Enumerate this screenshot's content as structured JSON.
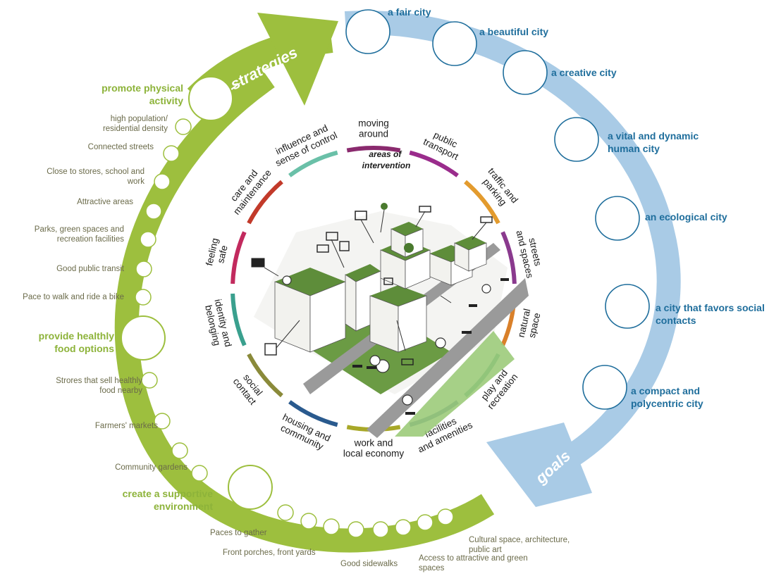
{
  "arrow_labels": {
    "strategies": "strategies",
    "goals": "goals"
  },
  "center_title": [
    "areas of",
    "intervention"
  ],
  "colors": {
    "goals_ring": "#a9cbe6",
    "goals_text": "#1f6e9c",
    "strategies_ring": "#9dbf3e",
    "strategies_text": "#8db33a",
    "sub_text": "#6b6b4a",
    "ground_green": "#5e8d3a",
    "road": "#9a9a9a"
  },
  "goals": [
    [
      "a fair city"
    ],
    [
      "a beautiful city"
    ],
    [
      "a creative city"
    ],
    [
      "a vital and dynamic",
      "human city"
    ],
    [
      "an ecological city"
    ],
    [
      "a city that favors social",
      "contacts"
    ],
    [
      "a compact and",
      "polycentric city"
    ]
  ],
  "strategies": [
    [
      "promote physical",
      "activity"
    ],
    [
      "provide healthly",
      "food options"
    ],
    [
      "create a supportive",
      "environment"
    ]
  ],
  "physical_activity_items": [
    [
      "high population/",
      "residential density"
    ],
    [
      "Connected streets"
    ],
    [
      "Close to stores, school and",
      "work"
    ],
    [
      "Attractive areas"
    ],
    [
      "Parks, green spaces and",
      "recreation facilities"
    ],
    [
      "Good public transit"
    ],
    [
      "Pace to walk and ride a bike"
    ]
  ],
  "food_items": [
    [
      "Strores that sell healthly",
      "food nearby"
    ],
    [
      "Farmers' markets"
    ],
    [
      "Community gardens"
    ]
  ],
  "environment_items": [
    [
      "Paces to gather"
    ],
    [
      "Front porches, front yards"
    ],
    [
      "Good sidewalks"
    ],
    [
      "Access to attractive and green",
      "spaces"
    ],
    [
      "Cultural space, architecture,",
      "public art"
    ]
  ],
  "areas": [
    [
      "moving",
      "around"
    ],
    [
      "public",
      "transport"
    ],
    [
      "traffic and",
      "parking"
    ],
    [
      "streets",
      "and spaces"
    ],
    [
      "natural",
      "space"
    ],
    [
      "play and",
      "recreation"
    ],
    [
      "facilities",
      "and amenities"
    ],
    [
      "work and",
      "local economy"
    ],
    [
      "housing and",
      "community"
    ],
    [
      "social",
      "contact"
    ],
    [
      "identity and",
      "belonging"
    ],
    [
      "feeling",
      "safe"
    ],
    [
      "care and",
      "maintenance"
    ],
    [
      "influence and",
      "sense of control"
    ]
  ],
  "area_colors": [
    "#8a2a6e",
    "#9a2c8c",
    "#e39b2e",
    "#8a3a8e",
    "#d9802a",
    "#2f8a7e",
    "#2a5a8e",
    "#a8a828",
    "#2a5a8e",
    "#8a8a3a",
    "#3aa08e",
    "#c22a5e",
    "#c23a2a",
    "#6ac0a8"
  ]
}
